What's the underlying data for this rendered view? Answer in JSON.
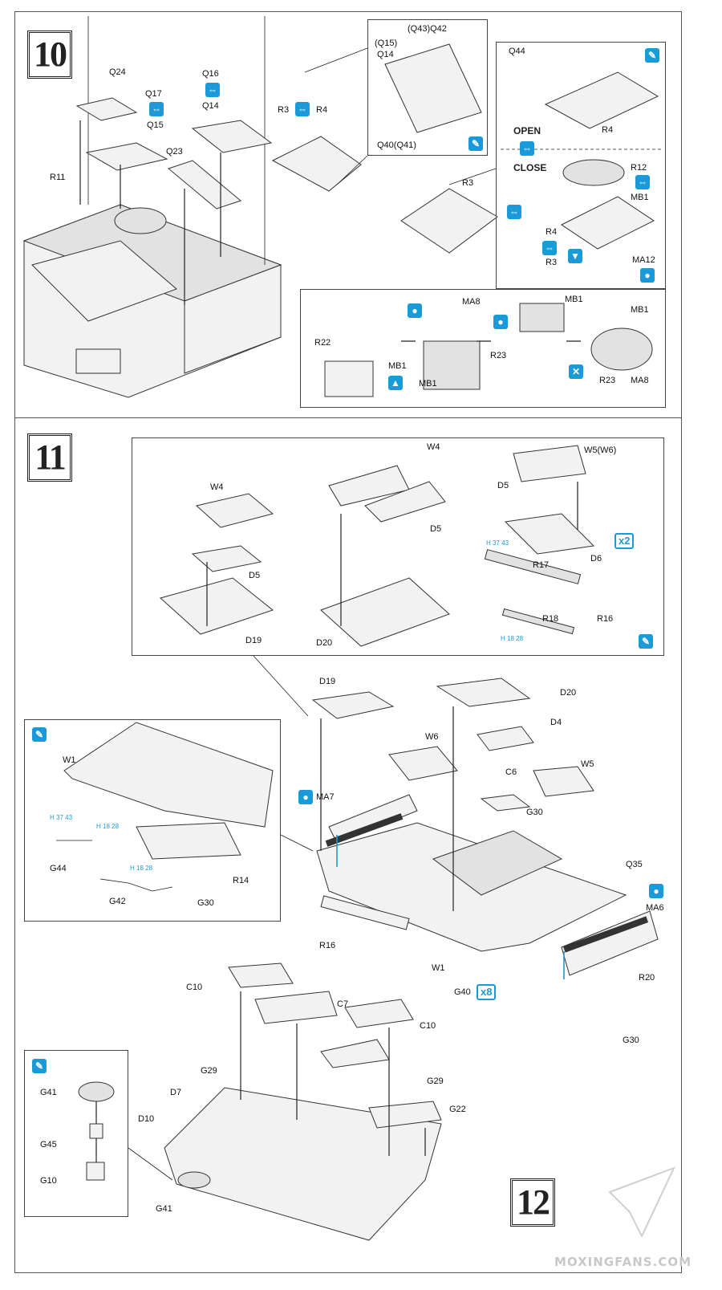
{
  "steps": {
    "step10": "10",
    "step11": "11",
    "step12": "12"
  },
  "labels": {
    "q24": "Q24",
    "q17": "Q17",
    "q15": "Q15",
    "q16": "Q16",
    "q14": "Q14",
    "q23": "Q23",
    "r11": "R11",
    "r3": "R3",
    "r4": "R4",
    "q43q42": "(Q43)Q42",
    "q15p": "(Q15)",
    "q14b": "Q14",
    "q40q41": "Q40(Q41)",
    "q44": "Q44",
    "r4b": "R4",
    "open": "OPEN",
    "close": "CLOSE",
    "r3b": "R3",
    "r12": "R12",
    "mb1a": "MB1",
    "r4c": "R4",
    "r3c": "R3",
    "ma12": "MA12",
    "ma8a": "MA8",
    "mb1b": "MB1",
    "mb1c": "MB1",
    "r22": "R22",
    "mb1d": "MB1",
    "mb1e": "MB1",
    "r23a": "R23",
    "r23b": "R23",
    "ma8b": "MA8",
    "w4a": "W4",
    "w4b": "W4",
    "w5w6": "W5(W6)",
    "d5a": "D5",
    "d5b": "D5",
    "d5c": "D5",
    "d6": "D6",
    "d19a": "D19",
    "d20a": "D20",
    "r17": "R17",
    "r16a": "R16",
    "r18": "R18",
    "x2": "x2",
    "d19b": "D19",
    "d20b": "D20",
    "d4": "D4",
    "w6": "W6",
    "w5": "W5",
    "c6": "C6",
    "ma7": "MA7",
    "g30a": "G30",
    "q35": "Q35",
    "ma6": "MA6",
    "w1a": "W1",
    "g44": "G44",
    "r14": "R14",
    "g42": "G42",
    "g30b": "G30",
    "r16b": "R16",
    "w1b": "W1",
    "g40": "G40",
    "x8": "x8",
    "r20": "R20",
    "g30c": "G30",
    "c10a": "C10",
    "c7": "C7",
    "c10b": "C10",
    "g29a": "G29",
    "g29b": "G29",
    "d7": "D7",
    "d10": "D10",
    "g22": "G22",
    "g41a": "G41",
    "g45": "G45",
    "g10": "G10",
    "g41b": "G41"
  },
  "tool_refs": {
    "h37_43_a": "H 37 43",
    "h18_28_a": "H 18 28",
    "h37_43_b": "H 37 43",
    "h18_28_b": "H 18 28",
    "h18_28_c": "H 18 28"
  },
  "watermark": "MOXINGFANS.COM",
  "colors": {
    "accent": "#1a9ad9",
    "line": "#333333"
  },
  "icons": [
    "flip-icon",
    "cement-icon",
    "paint-icon",
    "remove-icon",
    "bend-icon"
  ]
}
